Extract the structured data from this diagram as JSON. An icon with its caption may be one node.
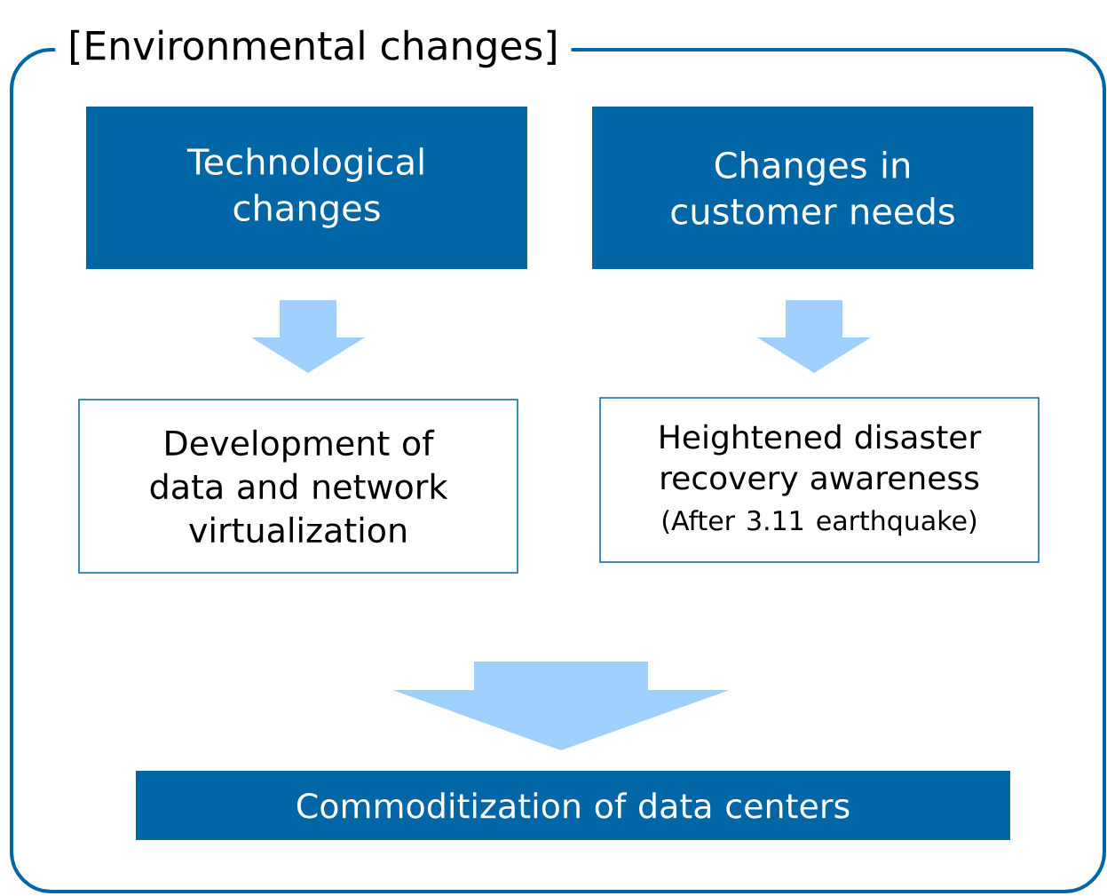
{
  "diagram": {
    "nodes": [
      {
        "text": [
          "[Environmental changes]"
        ]
      },
      {
        "text": [
          "Technological changes"
        ],
        "in": 0
      },
      {
        "text": [
          "Changes in customer needs"
        ],
        "in": 0
      },
      {
        "text": [
          "Development of data and network virtualization"
        ],
        "in": 0
      },
      {
        "text": [
          "Heightened disaster recovery awareness",
          "(After 3.11 earthquake)"
        ],
        "in": 0
      },
      {
        "text": [
          "Commoditization of data centers"
        ],
        "in": 0
      }
    ],
    "edges": [
      {
        "from": 1,
        "to": 3,
        "arrow": "to"
      },
      {
        "from": 2,
        "to": 4,
        "arrow": "to"
      },
      {
        "from": 3,
        "to": 5,
        "arrow": "to"
      },
      {
        "from": 4,
        "to": 5,
        "arrow": "to"
      }
    ]
  }
}
